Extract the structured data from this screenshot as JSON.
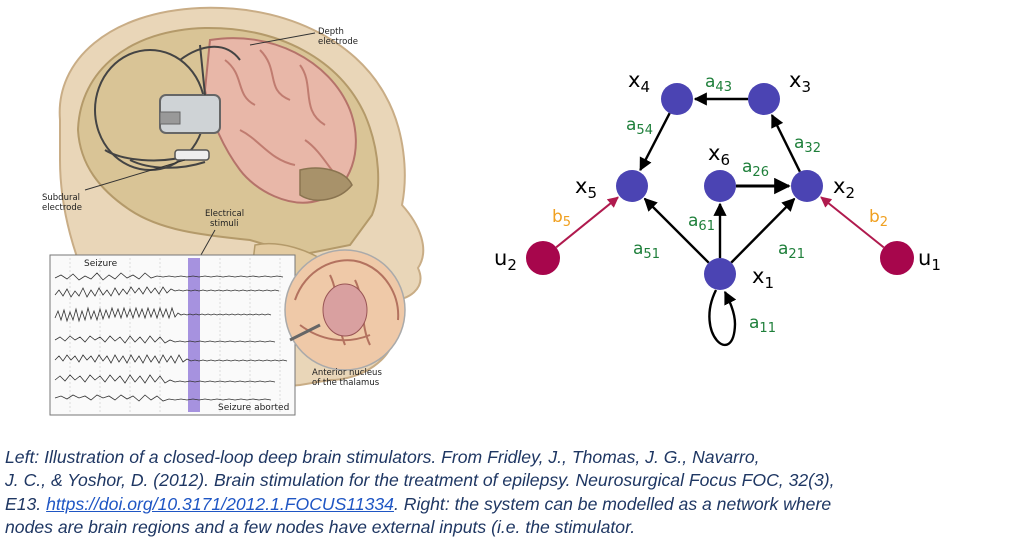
{
  "illustration": {
    "labels": {
      "depth_electrode": [
        "Depth",
        "electrode"
      ],
      "subdural_electrode": [
        "Subdural",
        "electrode"
      ],
      "electrical_stimuli": [
        "Electrical",
        "stimuli"
      ],
      "seizure": "Seizure",
      "seizure_aborted": "Seizure aborted",
      "anterior_nucleus": [
        "Anterior nucleus",
        "of the thalamus"
      ]
    }
  },
  "network": {
    "nodes": [
      {
        "id": "x1",
        "label": "x",
        "sub": "1"
      },
      {
        "id": "x2",
        "label": "x",
        "sub": "2"
      },
      {
        "id": "x3",
        "label": "x",
        "sub": "3"
      },
      {
        "id": "x4",
        "label": "x",
        "sub": "4"
      },
      {
        "id": "x5",
        "label": "x",
        "sub": "5"
      },
      {
        "id": "x6",
        "label": "x",
        "sub": "6"
      },
      {
        "id": "u1",
        "label": "u",
        "sub": "1"
      },
      {
        "id": "u2",
        "label": "u",
        "sub": "2"
      }
    ],
    "edges": [
      {
        "from": "x1",
        "to": "x1",
        "label": "a",
        "sub": "11"
      },
      {
        "from": "x1",
        "to": "x2",
        "label": "a",
        "sub": "21"
      },
      {
        "from": "x1",
        "to": "x5",
        "label": "a",
        "sub": "51"
      },
      {
        "from": "x1",
        "to": "x6",
        "label": "a",
        "sub": "61"
      },
      {
        "from": "x6",
        "to": "x2",
        "label": "a",
        "sub": "26"
      },
      {
        "from": "x2",
        "to": "x3",
        "label": "a",
        "sub": "32"
      },
      {
        "from": "x3",
        "to": "x4",
        "label": "a",
        "sub": "43"
      },
      {
        "from": "x4",
        "to": "x5",
        "label": "a",
        "sub": "54"
      },
      {
        "from": "u1",
        "to": "x2",
        "label": "b",
        "sub": "2"
      },
      {
        "from": "u2",
        "to": "x5",
        "label": "b",
        "sub": "5"
      }
    ],
    "colors": {
      "state_node": "#4b44b3",
      "input_node": "#a7064c",
      "input_edge": "#b01a4e",
      "edge": "#000000",
      "a_label": "#1e7f3a",
      "b_label": "#f0a020"
    }
  },
  "caption": {
    "line1": "Left: Illustration of a closed-loop deep brain stimulators. From Fridley, J., Thomas, J. G., Navarro,",
    "line2": " J. C., & Yoshor, D. (2012). Brain stimulation for the treatment of epilepsy. Neurosurgical Focus FOC, 32(3),",
    "line3_prefix": "E13. ",
    "link": "https://doi.org/10.3171/2012.1.FOCUS11334",
    "line3_suffix": ". Right: the system can be modelled as a network where",
    "line4": "nodes are brain regions and a few nodes have external inputs (i.e. the stimulator."
  }
}
